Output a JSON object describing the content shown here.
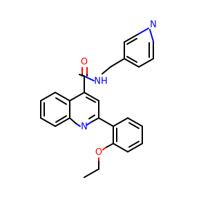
{
  "atom_labels": {
    "carbonyl_o": "O",
    "amide_nh": "NH",
    "pyridine_n": "N",
    "quinoline_n": "N",
    "ether_o": "O"
  },
  "colors": {
    "bond": "#000000",
    "oxygen": "#ff0000",
    "nitrogen": "#0000ff",
    "background": "#ffffff"
  }
}
